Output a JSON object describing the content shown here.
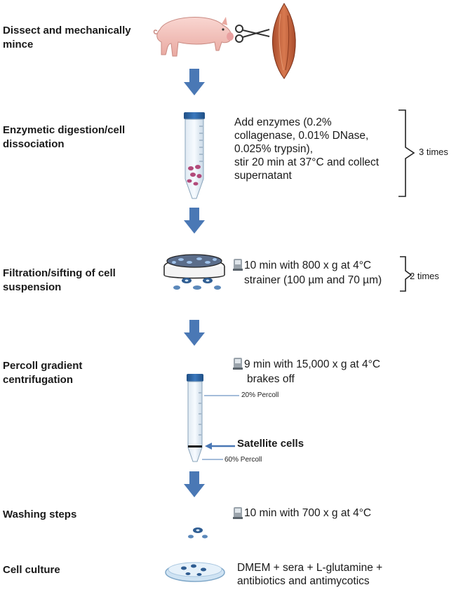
{
  "steps": [
    {
      "id": "dissect",
      "label": "Dissect and mechanically\nmince"
    },
    {
      "id": "digestion",
      "label": "Enzymetic digestion/cell\ndissociation"
    },
    {
      "id": "filtration",
      "label": "Filtration/sifting  of cell\nsuspension"
    },
    {
      "id": "percoll",
      "label": "Percoll gradient\ncentrifugation"
    },
    {
      "id": "washing",
      "label": "Washing  steps"
    },
    {
      "id": "culture",
      "label": "Cell culture"
    }
  ],
  "notes": {
    "digestion": "Add enzymes (0.2%\ncollagenase, 0.01% DNase,\n0.025% trypsin),\nstir 20 min at 37°C and collect\nsupernatant",
    "digestion_repeat": "3 times",
    "filtration_line1": "10 min with 800 x g at 4°C",
    "filtration_line2": "strainer (100 µm and 70 µm)",
    "filtration_repeat": "2 times",
    "percoll_line1": "9 min with 15,000 x g at 4°C",
    "percoll_line2": "brakes off",
    "percoll_upper": "20% Percoll",
    "percoll_target": "Satellite cells",
    "percoll_lower": "60% Percoll",
    "washing": "10 min with 700 x g at 4°C",
    "culture": "DMEM + sera + L-glutamine +\nantibiotics and antimycotics"
  },
  "icons": [
    "pig-icon",
    "scissors-icon",
    "muscle-icon",
    "tube-icon",
    "petri-dish-icon",
    "centrifuge-icon",
    "down-arrow-icon"
  ],
  "colors": {
    "arrow": "#4a78b5",
    "text": "#1a1a1a",
    "accent_blue": "#2f6fb0",
    "muscle": "#c0603a",
    "pig": "#f3c3bd"
  }
}
